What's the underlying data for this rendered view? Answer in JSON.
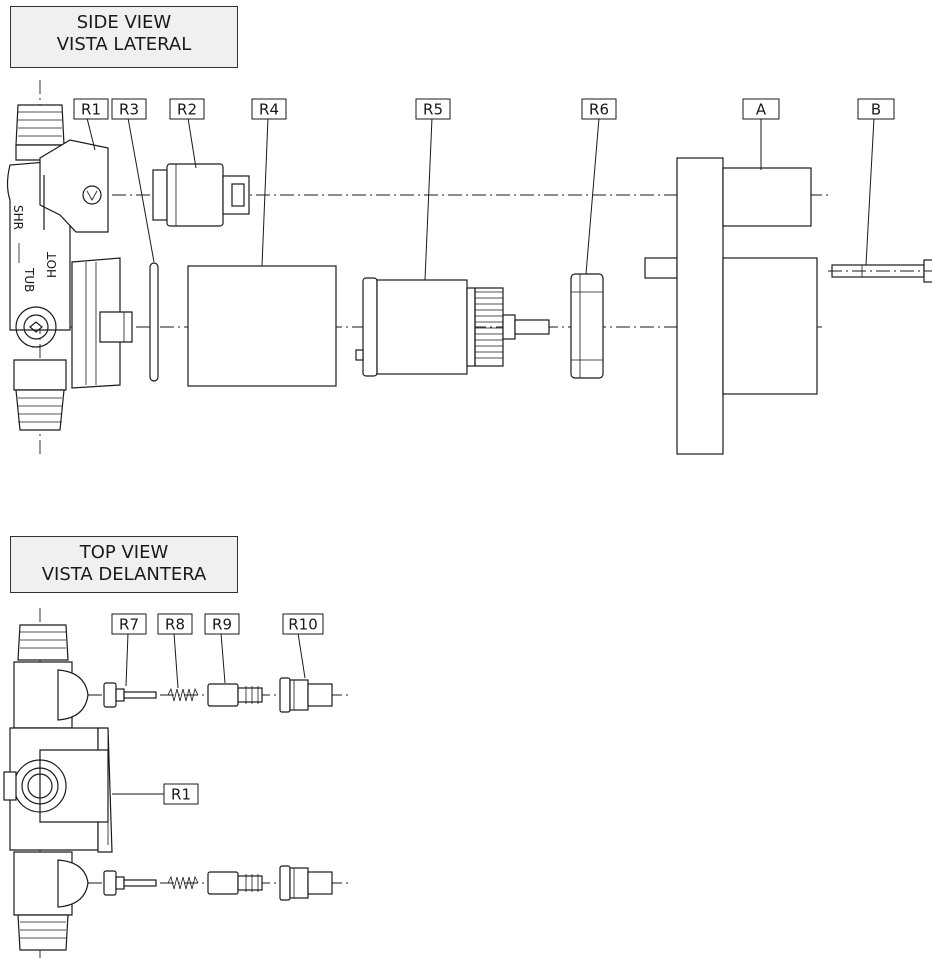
{
  "views": {
    "side": {
      "title_en": "SIDE VIEW",
      "title_es": "VISTA LATERAL"
    },
    "top": {
      "title_en": "TOP VIEW",
      "title_es": "VISTA DELANTERA"
    }
  },
  "valve_markings": {
    "shr": "SHR",
    "tub": "TUB",
    "hot": "HOT"
  },
  "callouts": {
    "R1": "R1",
    "R2": "R2",
    "R3": "R3",
    "R4": "R4",
    "R5": "R5",
    "R6": "R6",
    "A": "A",
    "B": "B",
    "R7": "R7",
    "R8": "R8",
    "R9": "R9",
    "R10": "R10"
  }
}
